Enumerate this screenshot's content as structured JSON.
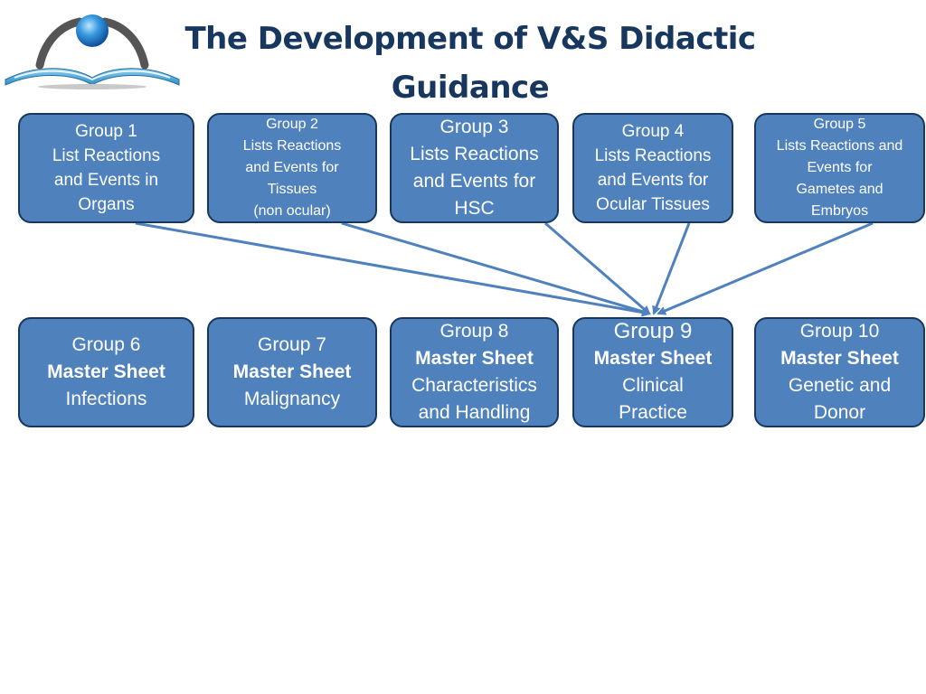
{
  "slide": {
    "title_line1": "The Development of V&S Didactic",
    "title_line2": "Guidance"
  },
  "colors": {
    "box_fill": "#4f81bd",
    "box_border": "#17375e",
    "arrow": "#4f81bd",
    "title": "#17375e"
  },
  "logo": {
    "icon": "open-book-with-person-logo"
  },
  "groups_row1": [
    {
      "lines": [
        "Group 1",
        "List Reactions",
        "and Events in",
        "Organs"
      ]
    },
    {
      "lines": [
        "Group 2",
        "Lists Reactions",
        "and Events for",
        "Tissues",
        "(non ocular)"
      ]
    },
    {
      "lines": [
        "Group 3",
        "Lists Reactions",
        "and Events for",
        "HSC"
      ]
    },
    {
      "lines": [
        "Group 4",
        "Lists Reactions",
        "and Events for",
        "Ocular Tissues"
      ]
    },
    {
      "lines": [
        "Group 5",
        "Lists Reactions and",
        "Events for",
        "Gametes and",
        "Embryos"
      ]
    }
  ],
  "groups_row2": [
    {
      "group": "Group 6",
      "sheet": "Master Sheet",
      "lines": [
        "Infections"
      ]
    },
    {
      "group": "Group 7",
      "sheet": "Master Sheet",
      "lines": [
        "Malignancy"
      ]
    },
    {
      "group": "Group 8",
      "sheet": "Master Sheet",
      "lines": [
        "Characteristics",
        "and Handling"
      ]
    },
    {
      "group": "Group 9",
      "sheet": "Master Sheet",
      "lines": [
        "Clinical",
        "Practice"
      ]
    },
    {
      "group": "Group 10",
      "sheet": "Master Sheet",
      "lines": [
        "Genetic and",
        "Donor"
      ]
    }
  ]
}
